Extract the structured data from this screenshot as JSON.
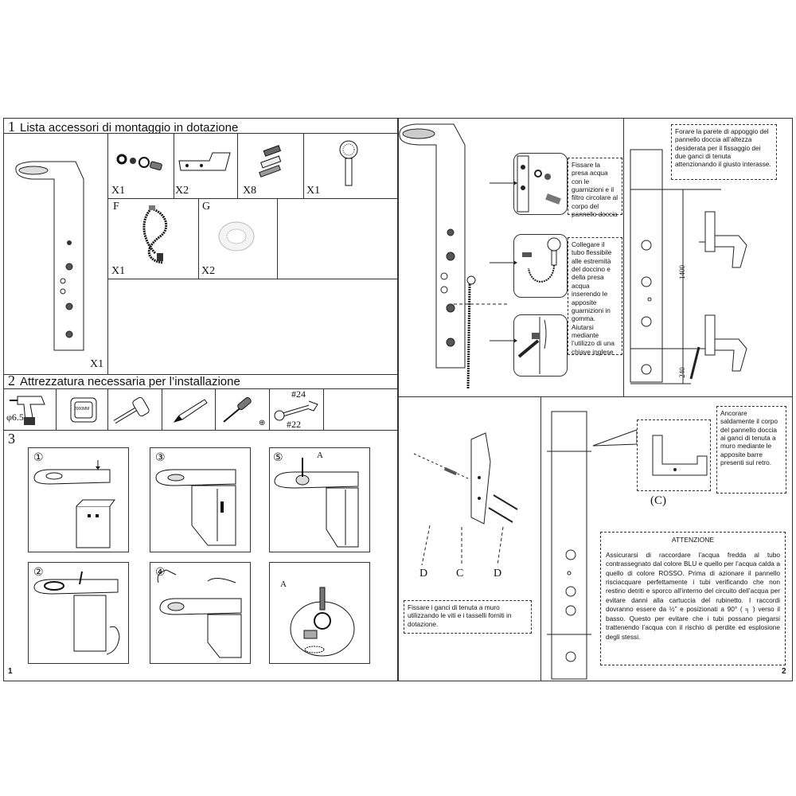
{
  "page1": {
    "section1_number": "1",
    "section1_title": "Lista accessori di montaggio in dotazione",
    "section2_number": "2",
    "section2_title": "Attrezzatura necessaria per l’installazione",
    "section3_number": "3",
    "panel_qty": "X1",
    "accessories": [
      {
        "qty": "X1",
        "icon": "washers-filter-icon"
      },
      {
        "qty": "X2",
        "icon": "hook-bracket-icon"
      },
      {
        "qty": "X8",
        "icon": "screws-plugs-icon"
      },
      {
        "qty": "X1",
        "icon": "hand-shower-icon"
      },
      {
        "label": "F",
        "qty": "X1",
        "icon": "flexible-hose-icon"
      },
      {
        "label": "G",
        "qty": "X2",
        "icon": "filter-disc-icon"
      }
    ],
    "tools": [
      {
        "icon": "drill-icon",
        "text": "φ6.5"
      },
      {
        "icon": "tape-measure-icon",
        "text": "2000MM"
      },
      {
        "icon": "mallet-icon"
      },
      {
        "icon": "pencil-icon"
      },
      {
        "icon": "screwdriver-icon",
        "text": "⊕"
      },
      {
        "icon": "wrench-icon",
        "text_top": "#24",
        "text_bottom": "#22"
      }
    ],
    "steps": [
      {
        "label": "①"
      },
      {
        "label": "③"
      },
      {
        "label": "⑤",
        "tag": "A"
      },
      {
        "label": "②"
      },
      {
        "label": "④"
      },
      {
        "tag": "A"
      }
    ],
    "page_number": "1"
  },
  "page2": {
    "note_connect_inlet": "Fissare la presa acqua con le guarnizioni e il filtro circolare al corpo del pannello doccia",
    "note_connect_hose": "Collegare il tubo flessibile alle estremità del doccino e della presa acqua inserendo le apposite guarnizioni in gomma. Aiutarsi mediante l’utilizzo di una chiave inglese",
    "note_drill_wall": "Forare la parete di appoggio del pannello doccia all’altezza desiderata per il fissaggio dei due ganci di tenuta attenzionando il giusto interasse.",
    "dim_1400": "1400",
    "dim_240": "240",
    "note_fix_hooks": "Fissare i ganci di tenuta a muro utilizzando le viti e i tasselli forniti in dotazione.",
    "hook_labels": [
      "D",
      "C",
      "D"
    ],
    "note_anchor": "Ancorare saldamente il corpo del pannello doccia ai ganci di tenuta a muro mediante le apposite barre presenti sul retro.",
    "bracket_label": "(C)",
    "attention_title": "ATTENZIONE",
    "attention_text": "Assicurarsi di raccordare l’acqua fredda al tubo contrassegnato dal colore BLU e quello per l’acqua calda a quello di colore ROSSO. Prima di azionare il pannello risciacquare perfettamente i tubi verificando che non restino detriti e sporco all’interno del circuito dell’acqua per evitare danni alla cartuccia del rubinetto. I raccordi dovranno essere da ½” e posizionati a 90° ( ╕ ) verso il basso. Questo per evitare che i tubi possano piegarsi trattenendo l’acqua con il rischio di perdite ed esplosione degli stessi.",
    "page_number": "2"
  }
}
